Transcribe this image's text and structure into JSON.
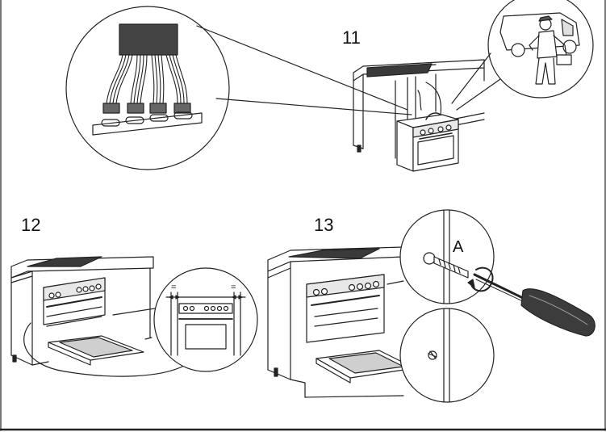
{
  "steps": [
    {
      "number": "11"
    },
    {
      "number": "12"
    },
    {
      "number": "13"
    }
  ],
  "callouts": {
    "screw_label": "A",
    "equal_gap_mark": "="
  },
  "colors": {
    "line": "#222222",
    "frame": "#4a4a4a",
    "panel": "#cfcfcf",
    "hob": "#3a3a3a",
    "connector": "#444444",
    "handle": "#3c3c3c"
  },
  "icons": {
    "technician": "service-technician-icon",
    "van": "service-van-icon",
    "screw": "screw-icon",
    "screwdriver": "screwdriver-icon",
    "rotation": "rotate-arrow-icon"
  }
}
